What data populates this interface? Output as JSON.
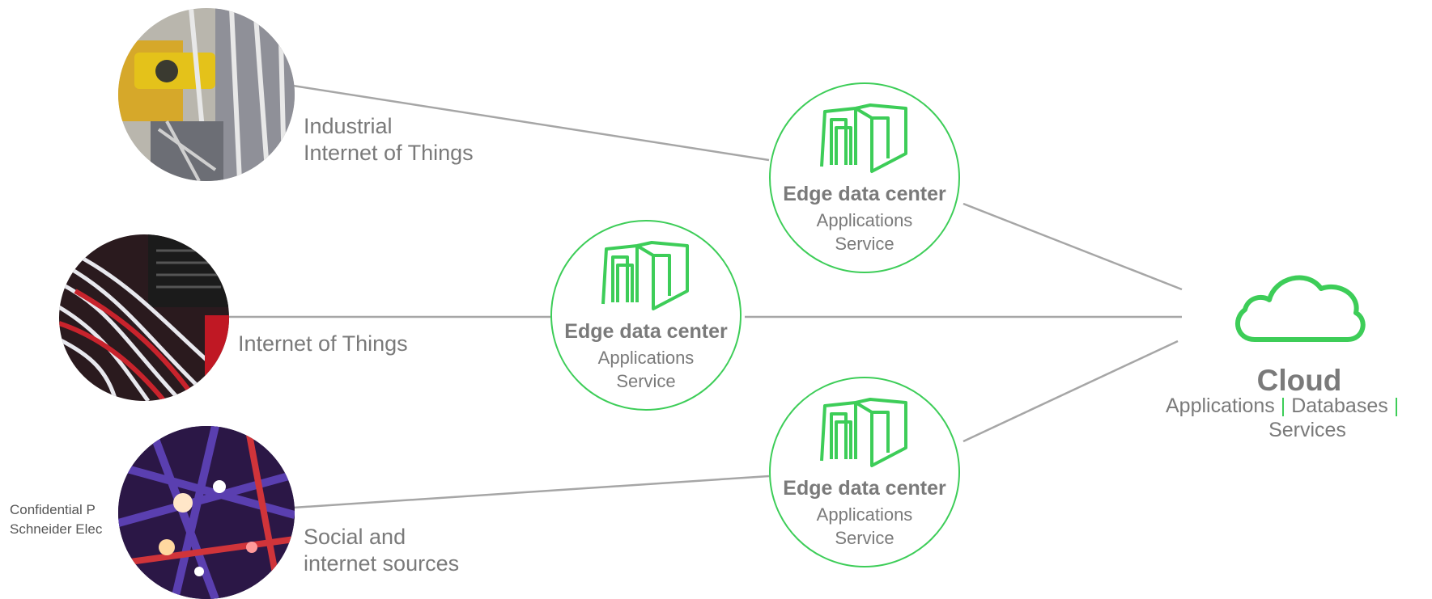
{
  "sources": [
    {
      "label_line1": "Industrial",
      "label_line2": "Internet of Things",
      "photo": "industrial-machinery"
    },
    {
      "label_line1": "Internet of Things",
      "photo": "network-cables"
    },
    {
      "label_line1": "Social and",
      "label_line2": "internet sources",
      "photo": "circuit-lights"
    }
  ],
  "edge_centers": [
    {
      "title": "Edge data center",
      "line1": "Applications",
      "line2": "Service"
    },
    {
      "title": "Edge data center",
      "line1": "Applications",
      "line2": "Service"
    },
    {
      "title": "Edge data center",
      "line1": "Applications",
      "line2": "Service"
    }
  ],
  "cloud": {
    "title": "Cloud",
    "item1": "Applications",
    "sep": "|",
    "item2": "Databases",
    "item3": "Services"
  },
  "footer": {
    "line1": "Confidential P",
    "line2": "Schneider Elec"
  },
  "colors": {
    "accent": "#3dcd58",
    "line": "#a6a6a6",
    "text": "#7a7a7a"
  }
}
